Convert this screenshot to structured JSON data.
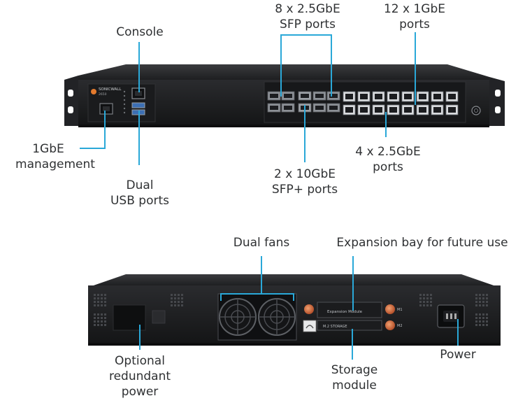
{
  "device_brand": "SONICWALL",
  "device_model": "2650",
  "front_labels": {
    "console": "Console",
    "sfp_25": [
      "8 x 2.5GbE",
      "SFP ports"
    ],
    "gbe_1": [
      "12 x 1GbE",
      "ports"
    ],
    "mgmt": [
      "1GbE",
      "management"
    ],
    "usb": [
      "Dual",
      "USB ports"
    ],
    "sfp_plus": [
      "2 x 10GbE",
      "SFP+ ports"
    ],
    "gbe_25": [
      "4 x 2.5GbE",
      "ports"
    ]
  },
  "rear_labels": {
    "fans": "Dual fans",
    "expansion": "Expansion bay for future use",
    "psu": [
      "Optional",
      "redundant",
      "power"
    ],
    "storage": [
      "Storage",
      "module"
    ],
    "power": "Power"
  },
  "rear_module_text": {
    "expansion_module": "Expansion Module",
    "storage_module": "M.2 STORAGE",
    "m1": "M1",
    "m2": "M2"
  },
  "colors": {
    "callout": "#2aa8d8",
    "chassis": "#1d1e20",
    "label": "#2f3133"
  }
}
